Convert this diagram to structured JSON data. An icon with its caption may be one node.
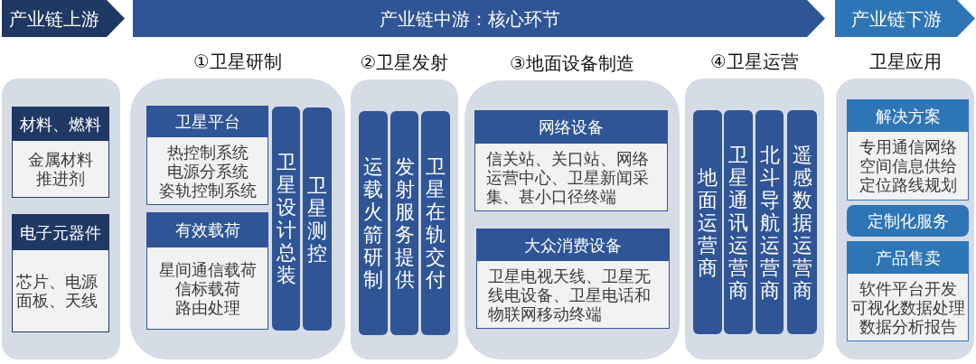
{
  "diagram": {
    "nodes": [
      {
        "text": [
          "产业链上游"
        ]
      },
      {
        "text": [
          "产业链中游：核心环节"
        ]
      },
      {
        "text": [
          "产业链下游"
        ]
      },
      {
        "text": [],
        "shape": "box"
      },
      {
        "text": [
          "材料、燃料",
          "金属材料",
          "推进剂"
        ],
        "in": 3
      },
      {
        "text": [
          "电子元器件",
          "芯片、电源面板、天线"
        ],
        "in": 3
      },
      {
        "text": [
          "①卫星研制"
        ]
      },
      {
        "text": [
          "卫星平台",
          "热控制系统",
          "电源分系统",
          "姿轨控制系统"
        ],
        "in": 6
      },
      {
        "text": [
          "有效载荷",
          "星间通信载荷",
          "信标载荷",
          "路由处理"
        ],
        "in": 6
      },
      {
        "text": [
          "卫星设计总装"
        ],
        "in": 6
      },
      {
        "text": [
          "卫星测控"
        ],
        "in": 6
      },
      {
        "text": [
          "②卫星发射"
        ]
      },
      {
        "text": [
          "运载火箭研制"
        ],
        "in": 11
      },
      {
        "text": [
          "发射服务提供"
        ],
        "in": 11
      },
      {
        "text": [
          "卫星在轨交付"
        ],
        "in": 11
      },
      {
        "text": [
          "③地面设备制造"
        ]
      },
      {
        "text": [
          "网络设备",
          "信关站、关口站、网络运营中心、卫星新闻采集、甚小口径终端"
        ],
        "in": 15
      },
      {
        "text": [
          "大众消费设备",
          "卫星电视天线、卫星无线电设备、卫星电话和物联网移动终端"
        ],
        "in": 15
      },
      {
        "text": [
          "④卫星运营"
        ]
      },
      {
        "text": [
          "地面运营商"
        ],
        "in": 18
      },
      {
        "text": [
          "卫星通讯运营商"
        ],
        "in": 18
      },
      {
        "text": [
          "北斗导航运营商"
        ],
        "in": 18
      },
      {
        "text": [
          "遥感数据运营商"
        ],
        "in": 18
      },
      {
        "text": [
          "卫星应用"
        ]
      },
      {
        "text": [
          "解决方案",
          "专用通信网络",
          "空间信息供给",
          "定位路线规划"
        ],
        "in": 23
      },
      {
        "text": [
          "定制化服务"
        ],
        "in": 23
      },
      {
        "text": [
          "产品售卖",
          "软件平台开发",
          "可视化数据处理",
          "数据分析报告"
        ],
        "in": 23
      }
    ]
  }
}
